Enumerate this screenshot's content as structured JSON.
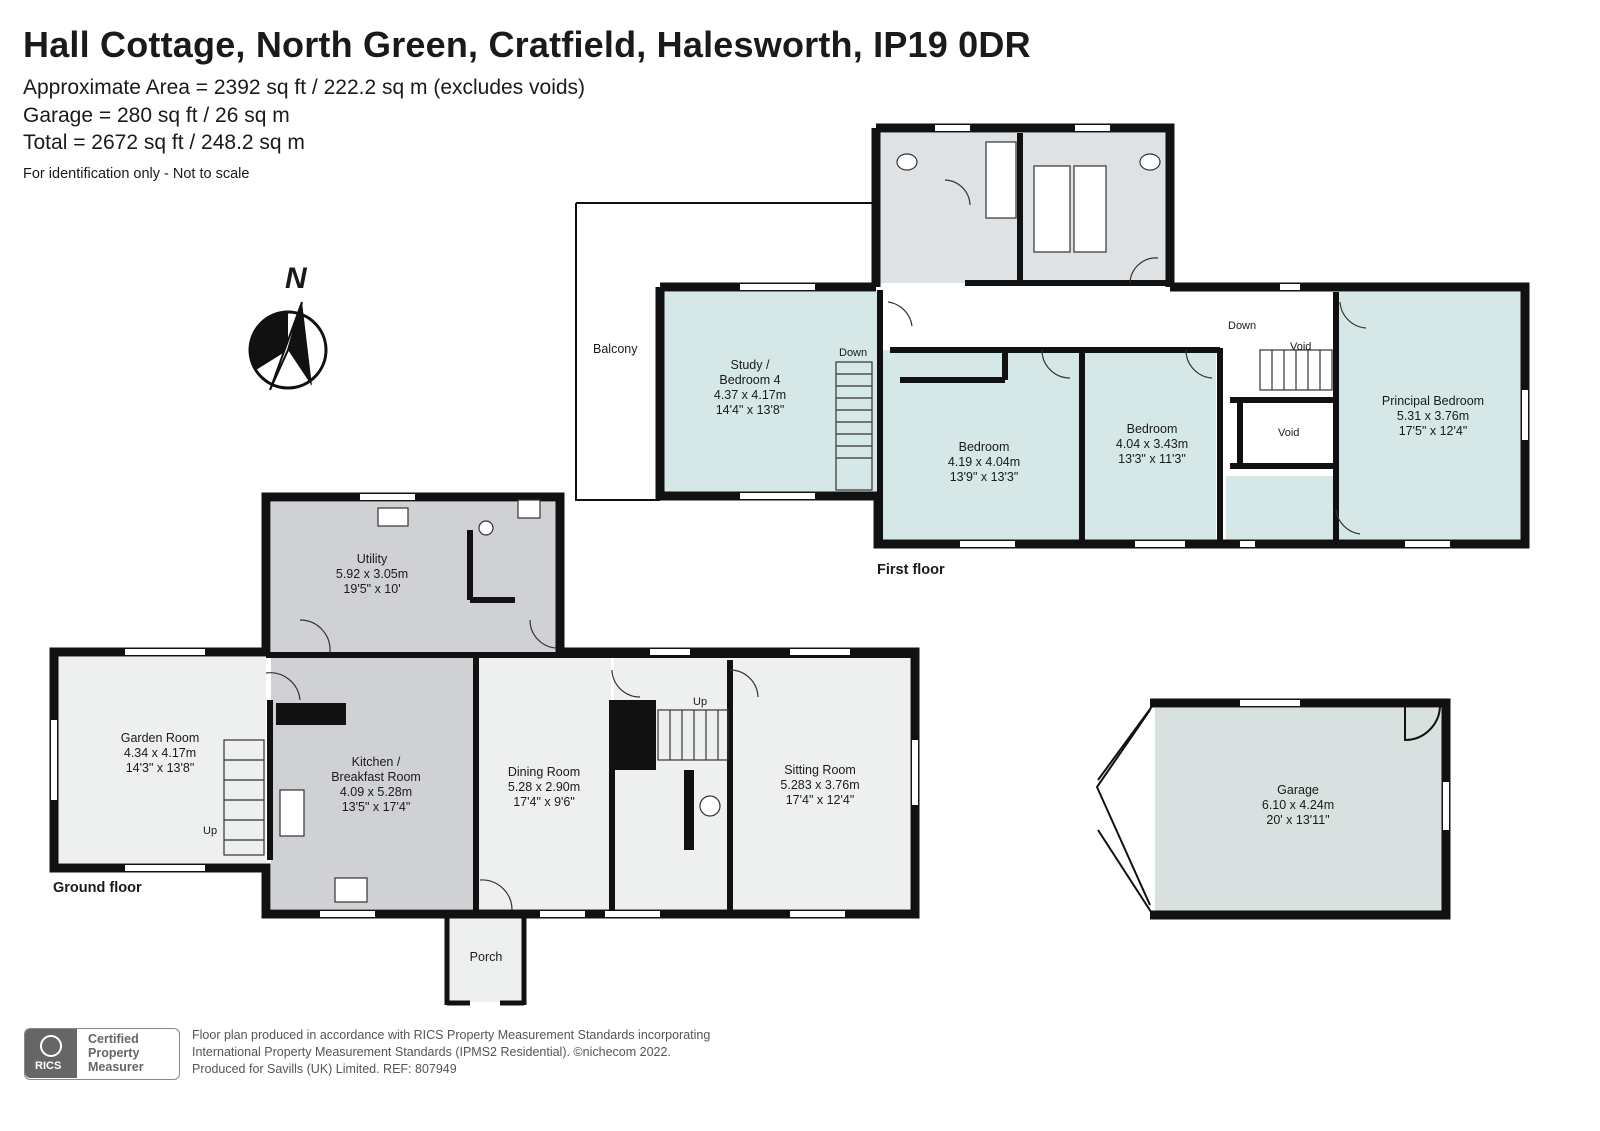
{
  "header": {
    "title": "Hall Cottage, North Green, Cratfield, Halesworth, IP19 0DR",
    "area_line": "Approximate Area = 2392 sq ft / 222.2 sq m (excludes voids)",
    "garage_line": "Garage = 280 sq ft / 26 sq m",
    "total_line": "Total = 2672 sq ft / 248.2 sq m",
    "note": "For identification only - Not to scale"
  },
  "compass": {
    "letter": "N",
    "icon": "north-arrow-icon"
  },
  "floors": {
    "ground": "Ground floor",
    "first": "First floor"
  },
  "rooms": {
    "garden_room": {
      "name": "Garden Room",
      "metric": "4.34 x 4.17m",
      "imperial": "14'3\" x 13'8\""
    },
    "utility": {
      "name": "Utility",
      "metric": "5.92 x 3.05m",
      "imperial": "19'5\" x 10'"
    },
    "kitchen": {
      "name1": "Kitchen /",
      "name2": "Breakfast Room",
      "metric": "4.09 x 5.28m",
      "imperial": "13'5\" x 17'4\""
    },
    "dining": {
      "name": "Dining Room",
      "metric": "5.28 x 2.90m",
      "imperial": "17'4\" x 9'6\""
    },
    "sitting": {
      "name": "Sitting Room",
      "metric": "5.283 x 3.76m",
      "imperial": "17'4\" x 12'4\""
    },
    "porch": {
      "name": "Porch"
    },
    "study": {
      "name1": "Study /",
      "name2": "Bedroom 4",
      "metric": "4.37 x 4.17m",
      "imperial": "14'4\" x 13'8\""
    },
    "bedroom_a": {
      "name": "Bedroom",
      "metric": "4.19 x 4.04m",
      "imperial": "13'9\" x 13'3\""
    },
    "bedroom_b": {
      "name": "Bedroom",
      "metric": "4.04 x 3.43m",
      "imperial": "13'3\" x 11'3\""
    },
    "principal": {
      "name": "Principal Bedroom",
      "metric": "5.31 x 3.76m",
      "imperial": "17'5\" x 12'4\""
    },
    "garage": {
      "name": "Garage",
      "metric": "6.10 x 4.24m",
      "imperial": "20' x 13'11\""
    }
  },
  "labels": {
    "balcony": "Balcony",
    "down1": "Down",
    "down2": "Down",
    "void1": "Void",
    "void2": "Void",
    "up1": "Up",
    "up2": "Up"
  },
  "footer": {
    "badge_line1": "Certified",
    "badge_line2": "Property",
    "badge_line3": "Measurer",
    "rics": "RICS",
    "line1": "Floor plan produced in accordance with RICS Property Measurement Standards incorporating",
    "line2": "International Property Measurement Standards (IPMS2 Residential).   ©nichecom 2022.",
    "line3": "Produced for Savills (UK) Limited.   REF:  807949"
  },
  "colors": {
    "grey_room": "#cfd1d4",
    "blue_room": "#d6e7e7",
    "light_room": "#eef0f0",
    "wall": "#111111"
  }
}
